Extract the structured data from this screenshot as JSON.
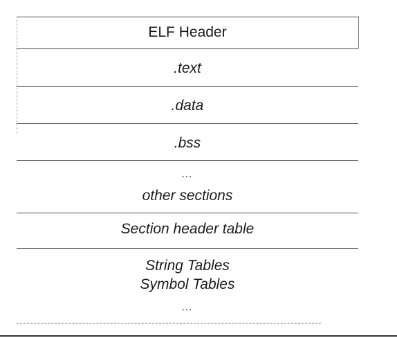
{
  "diagram": {
    "rows": {
      "elf_header": "ELF Header",
      "text": ".text",
      "data": ".data",
      "bss": ".bss",
      "other_ellipsis": "...",
      "other_sections": "other sections",
      "section_header_table": "Section header table",
      "string_tables": "String Tables",
      "symbol_tables": "Symbol Tables",
      "tables_ellipsis": "..."
    }
  }
}
